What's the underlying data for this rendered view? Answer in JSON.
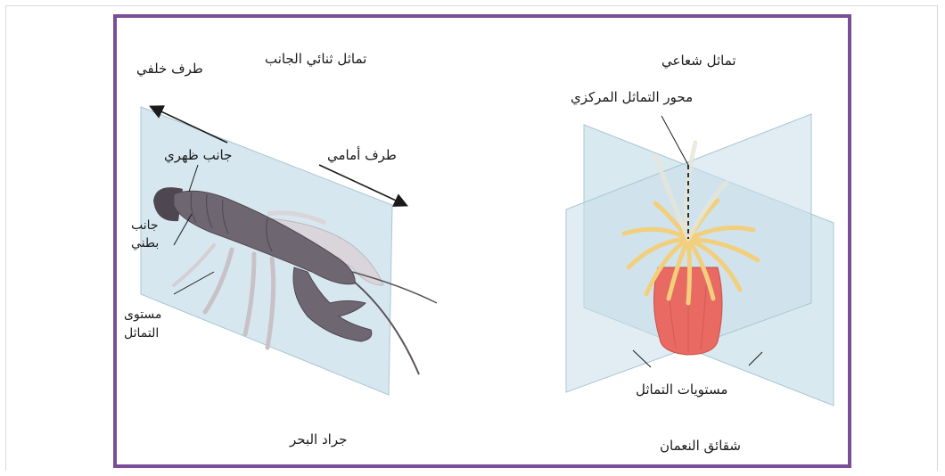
{
  "labels": {
    "bilateral_symmetry": "تماثل ثنائي الجانب",
    "posterior_end": "طرف خلفي",
    "dorsal_side": "جانب ظهري",
    "anterior_end": "طرف أمامي",
    "ventral_side_line1": "جانب",
    "ventral_side_line2": "بطني",
    "symmetry_plane_line1": "مستوى",
    "symmetry_plane_line2": "التماثل",
    "lobster_name": "جراد البحر",
    "radial_symmetry": "تماثل شعاعي",
    "central_axis": "محور التماثل المركزي",
    "symmetry_planes": "مستويات التماثل",
    "anemone_name": "شقائق النعمان"
  },
  "colors": {
    "frame": "#7a4e96",
    "plane": "#c9dfe9",
    "lobster": "#6e6670",
    "anemone_body": "#e86a62",
    "tentacles": "#f5d58a"
  }
}
